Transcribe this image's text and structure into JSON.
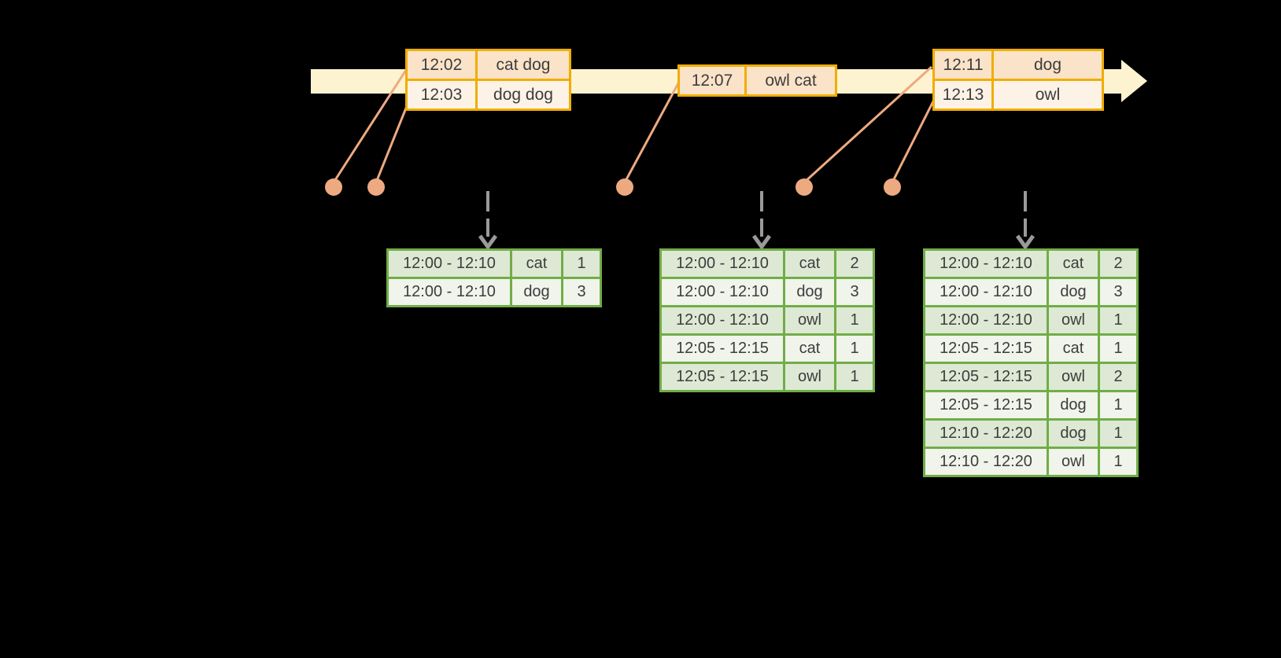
{
  "colors": {
    "bg": "#000000",
    "band": "#fdf3d0",
    "orange-border": "#f0ad00",
    "peach-dark": "#fae3c8",
    "peach-light": "#fdf2e6",
    "salmon": "#edaa80",
    "green-border": "#71ad47",
    "green-dark": "#dde9d4",
    "green-light": "#f0f4eb",
    "gray": "#9a9a9a",
    "text": "#3d3d3d"
  },
  "icons": {
    "timeline": "timeline-arrow-icon",
    "event_marker": "event-dot-icon",
    "trigger": "dashed-down-arrow-icon"
  },
  "event_tables": [
    {
      "rows": [
        {
          "time": "12:02",
          "words": "cat dog"
        },
        {
          "time": "12:03",
          "words": "dog dog"
        }
      ]
    },
    {
      "rows": [
        {
          "time": "12:07",
          "words": "owl cat"
        }
      ]
    },
    {
      "rows": [
        {
          "time": "12:11",
          "words": "dog"
        },
        {
          "time": "12:13",
          "words": "owl"
        }
      ]
    }
  ],
  "result_tables": [
    {
      "rows": [
        {
          "window": "12:00 - 12:10",
          "word": "cat",
          "count": "1"
        },
        {
          "window": "12:00 - 12:10",
          "word": "dog",
          "count": "3"
        }
      ]
    },
    {
      "rows": [
        {
          "window": "12:00 - 12:10",
          "word": "cat",
          "count": "2"
        },
        {
          "window": "12:00 - 12:10",
          "word": "dog",
          "count": "3"
        },
        {
          "window": "12:00 - 12:10",
          "word": "owl",
          "count": "1"
        },
        {
          "window": "12:05 - 12:15",
          "word": "cat",
          "count": "1"
        },
        {
          "window": "12:05 - 12:15",
          "word": "owl",
          "count": "1"
        }
      ]
    },
    {
      "rows": [
        {
          "window": "12:00 - 12:10",
          "word": "cat",
          "count": "2"
        },
        {
          "window": "12:00 - 12:10",
          "word": "dog",
          "count": "3"
        },
        {
          "window": "12:00 - 12:10",
          "word": "owl",
          "count": "1"
        },
        {
          "window": "12:05 - 12:15",
          "word": "cat",
          "count": "1"
        },
        {
          "window": "12:05 - 12:15",
          "word": "owl",
          "count": "2"
        },
        {
          "window": "12:05 - 12:15",
          "word": "dog",
          "count": "1"
        },
        {
          "window": "12:10 - 12:20",
          "word": "dog",
          "count": "1"
        },
        {
          "window": "12:10 - 12:20",
          "word": "owl",
          "count": "1"
        }
      ]
    }
  ]
}
